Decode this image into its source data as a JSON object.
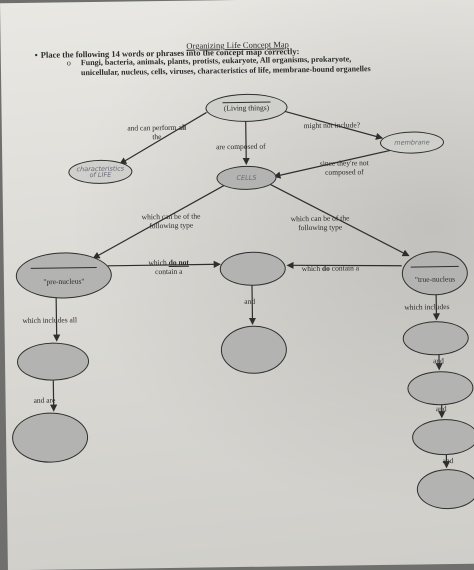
{
  "title": "Organizing Life Concept Map",
  "instruction": "Place the following 14 words or phrases into the concept map correctly:",
  "word_bank_line1": "Fungi, bacteria, animals, plants, protists, eukaryote, All organisms, prokaryote,",
  "word_bank_line2": "unicellular, nucleus, cells, viruses, characteristics of life, membrane-bound organelles",
  "top_node": "(Living things)",
  "links": {
    "can_perform_1": "and can perform ",
    "can_perform_all": "all",
    "can_perform_2": "the",
    "might_not_include": "might not include?",
    "composed_of": "are composed of",
    "since_1": "since they're not",
    "since_2": "composed of",
    "can_be_left_1": "which can be of the",
    "can_be_left_2": "following type",
    "can_be_right_1": "which can be of the",
    "can_be_right_2": "following type",
    "do_not_1": "which ",
    "do_not_2": "do not",
    "do_not_3": "contain a",
    "do_contain_1": "which ",
    "do_contain_2": "do",
    "do_contain_3": " contain a",
    "and_center": "and",
    "includes_all": "which includes all",
    "and_are": "and are",
    "includes_right": "which includes",
    "and_r1": "and",
    "and_r2": "and",
    "and_r3": "and"
  },
  "handwriting": {
    "membrane": "membrane",
    "charact_1": "characteristics",
    "charact_2": "of",
    "charact_3": "LIFE",
    "cells": "CELLS"
  },
  "left_node": "\"pre-nucleus\"",
  "right_node": "\"true-nucleus"
}
